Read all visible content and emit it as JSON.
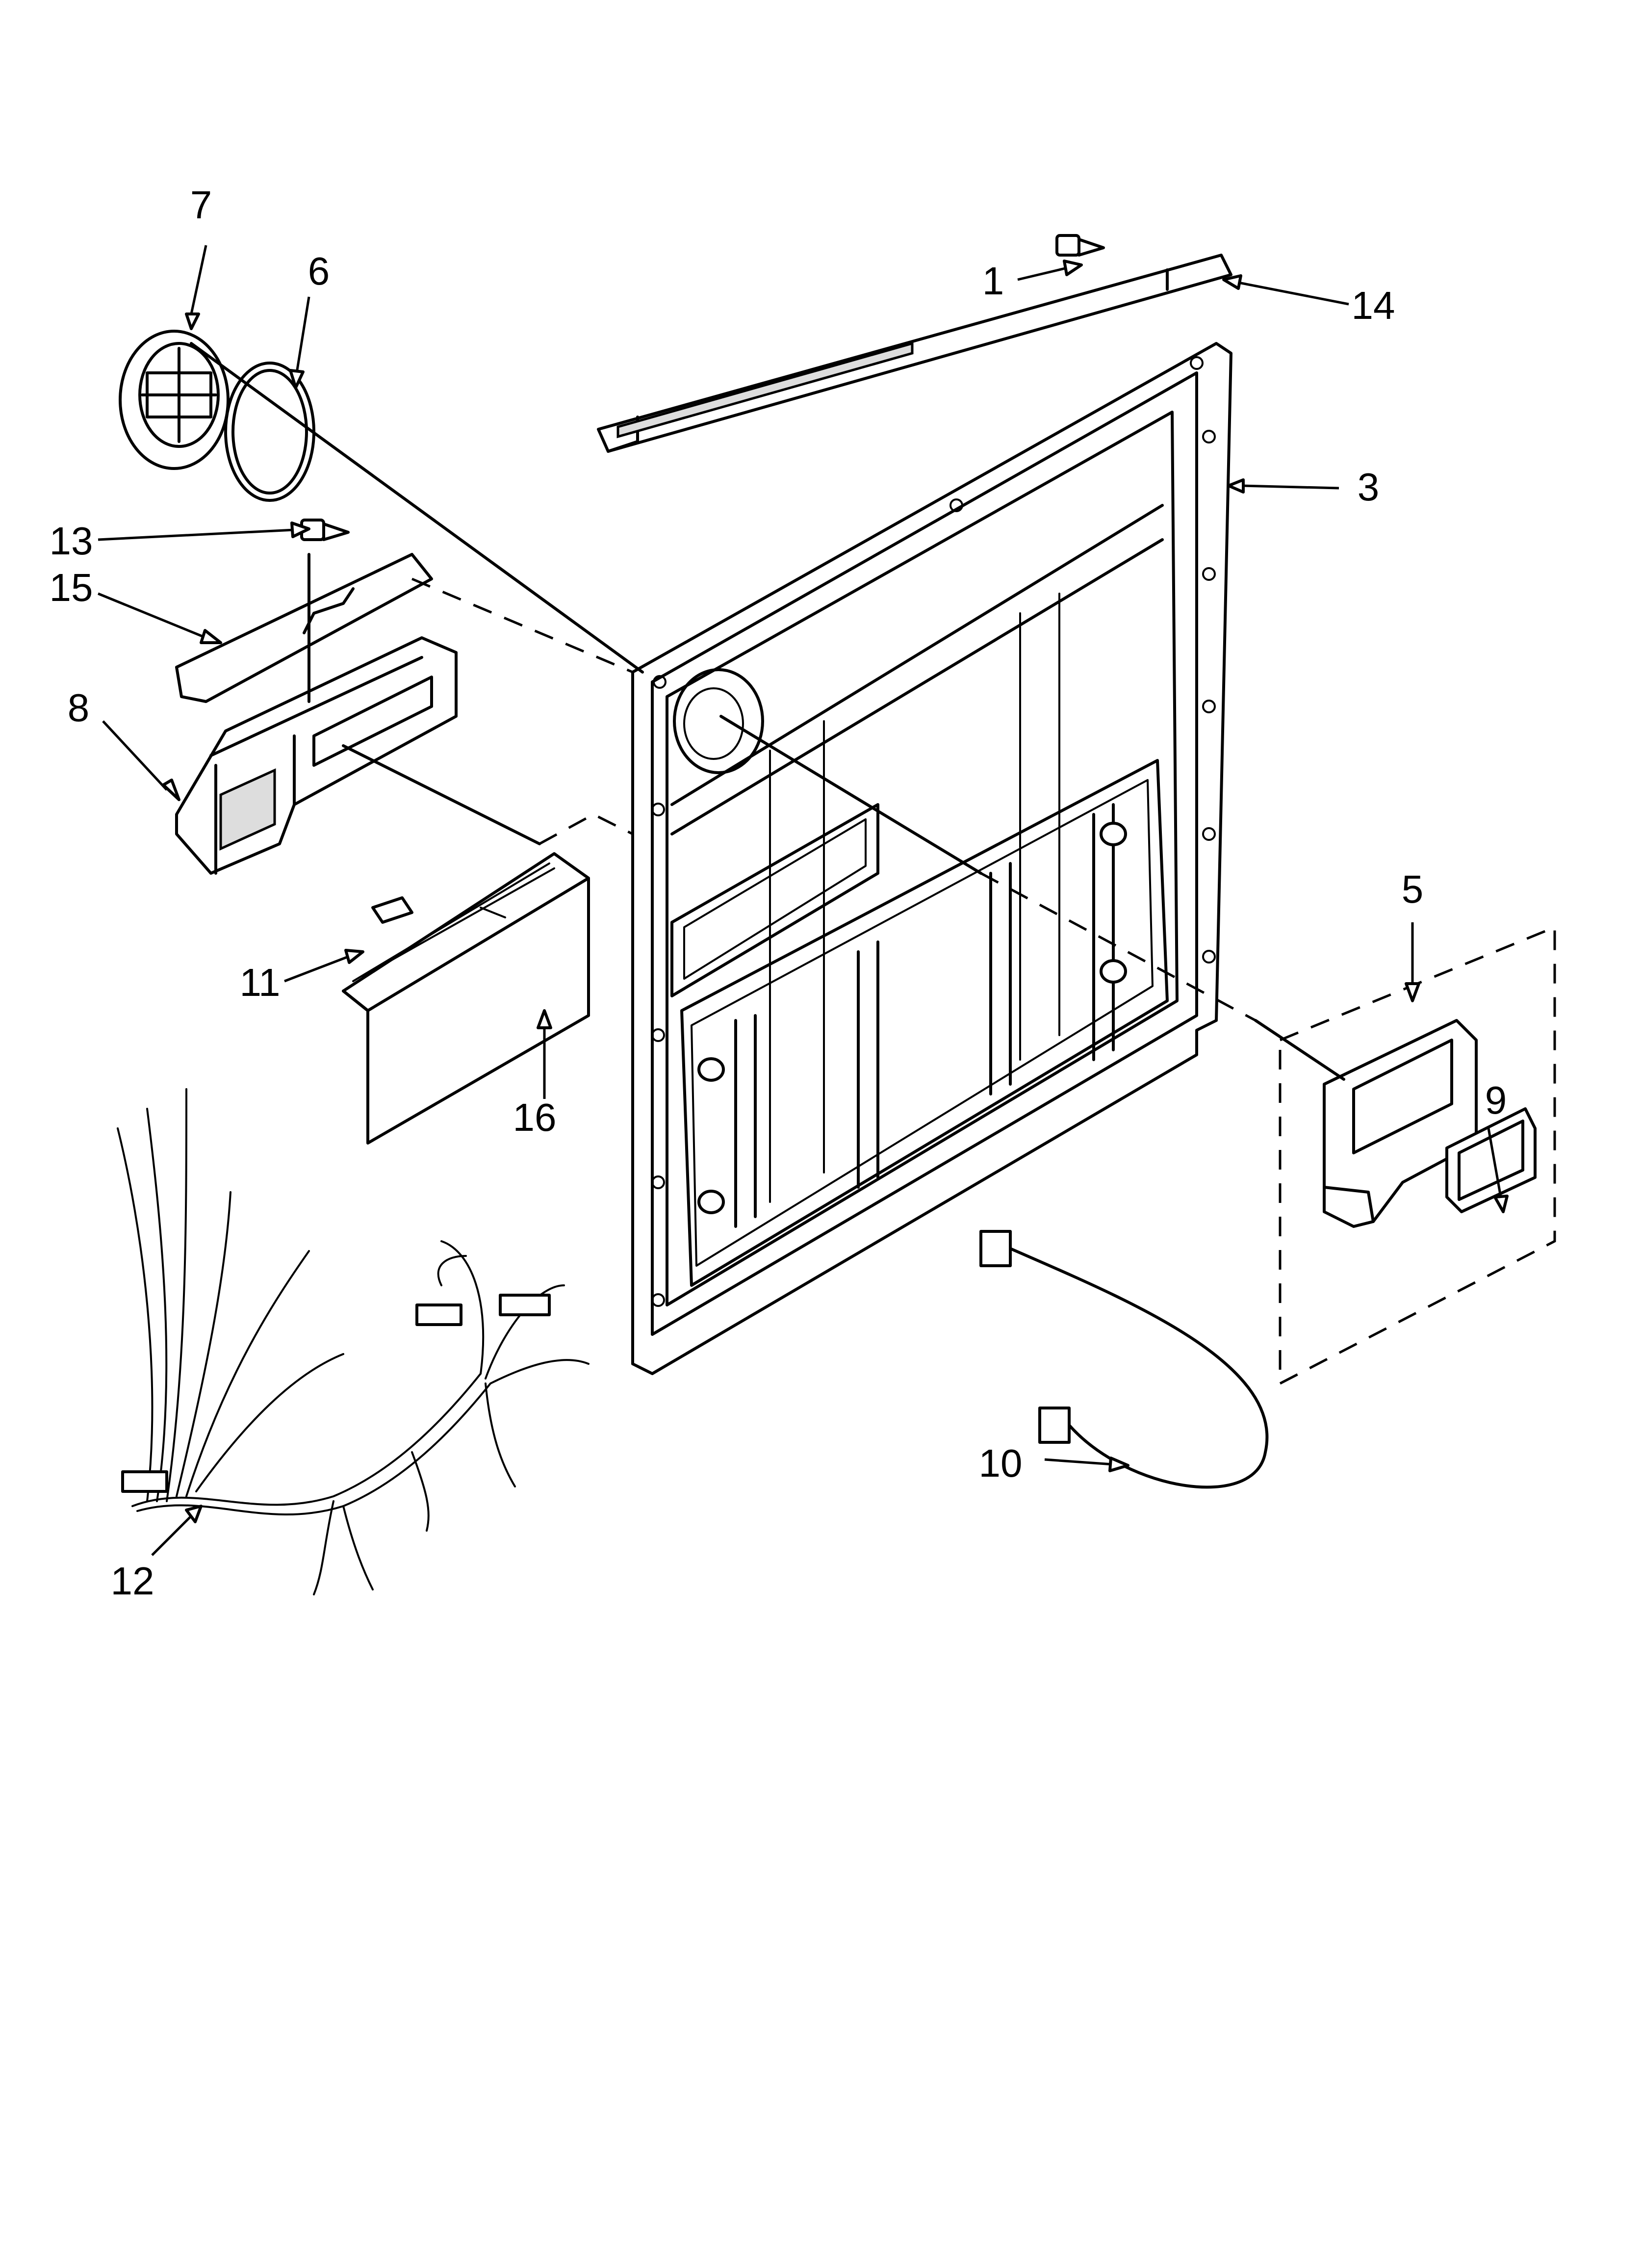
{
  "callouts": [
    {
      "id": "1",
      "label": "1"
    },
    {
      "id": "3",
      "label": "3"
    },
    {
      "id": "5",
      "label": "5"
    },
    {
      "id": "6",
      "label": "6"
    },
    {
      "id": "7",
      "label": "7"
    },
    {
      "id": "8",
      "label": "8"
    },
    {
      "id": "9",
      "label": "9"
    },
    {
      "id": "10",
      "label": "10"
    },
    {
      "id": "11",
      "label": "11"
    },
    {
      "id": "12",
      "label": "12"
    },
    {
      "id": "13",
      "label": "13"
    },
    {
      "id": "14",
      "label": "14"
    },
    {
      "id": "15",
      "label": "15"
    },
    {
      "id": "16",
      "label": "16"
    }
  ]
}
